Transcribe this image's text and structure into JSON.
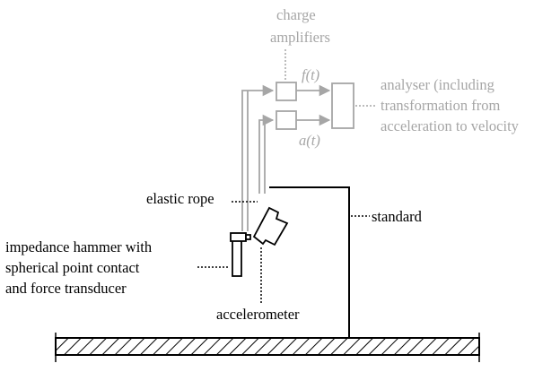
{
  "labels": {
    "charge_amplifiers": [
      "charge",
      "amplifiers"
    ],
    "force_signal": "f(t)",
    "acceleration_signal": "a(t)",
    "analyser": [
      "analyser (including",
      "transformation from",
      "acceleration to velocity"
    ],
    "elastic_rope": "elastic rope",
    "standard": "standard",
    "hammer": [
      "impedance hammer with",
      "spherical point contact",
      "and force transducer"
    ],
    "accelerometer": "accelerometer"
  },
  "colors": {
    "ink": "#000000",
    "signal_path": "#a6a6a6",
    "background": "#ffffff"
  }
}
